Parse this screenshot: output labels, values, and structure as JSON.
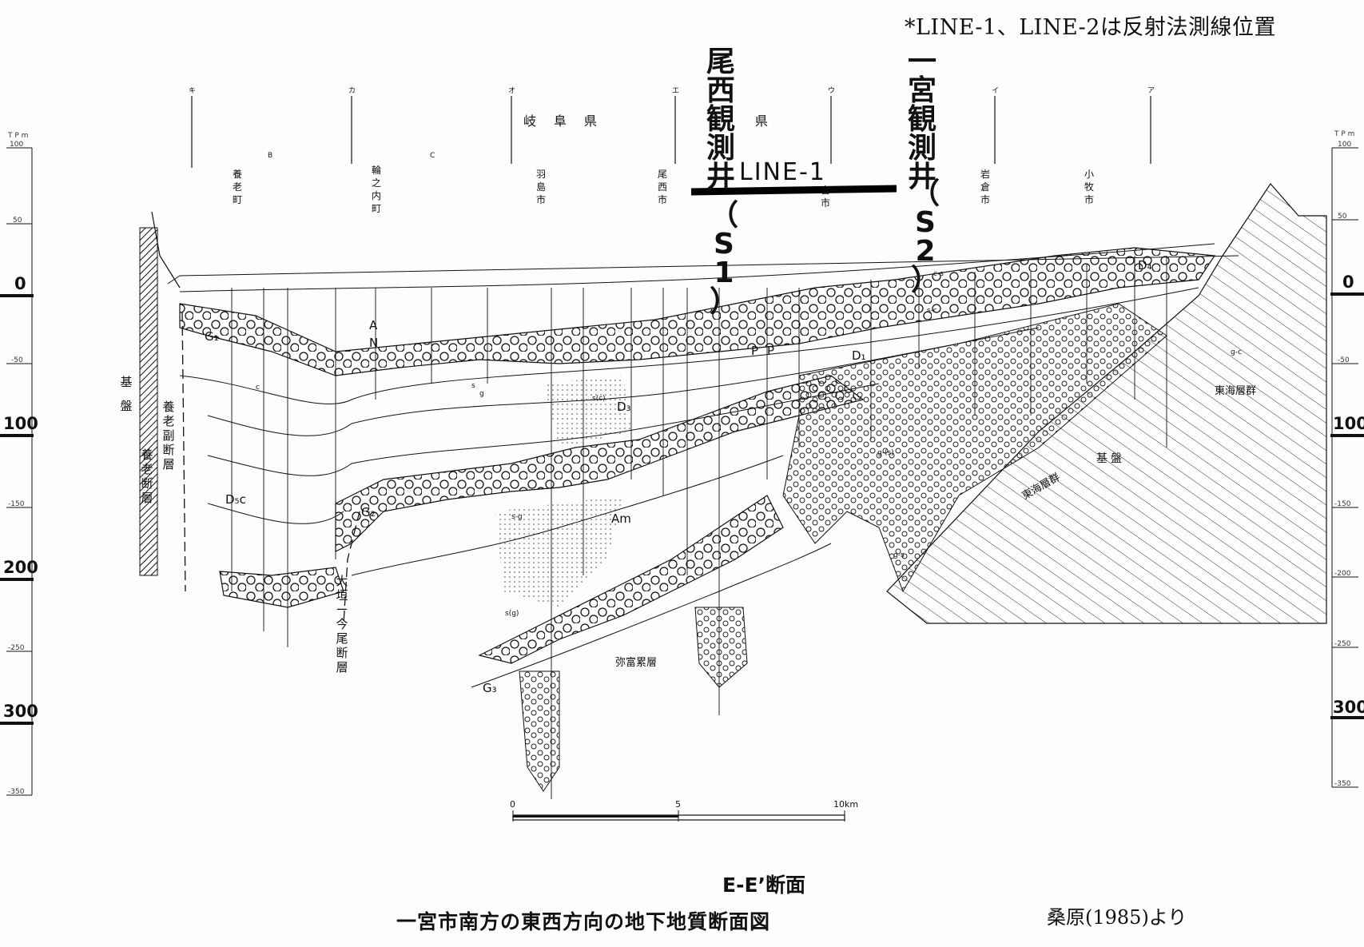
{
  "note": "*LINE-1、LINE-2は反射法測線位置",
  "wells": {
    "s1_name": [
      "尾",
      "西",
      "観",
      "測",
      "井"
    ],
    "s1_code": [
      "（",
      "S",
      "1",
      "）"
    ],
    "s2_name": [
      "一",
      "宮",
      "観",
      "測",
      "井"
    ],
    "s2_code": [
      "（",
      "S",
      "2",
      "）"
    ]
  },
  "line1_label": "LINE-1",
  "prefectures": {
    "gifu": "岐　阜　県",
    "aichi": "県"
  },
  "sections": [
    "キ",
    "カ",
    "オ",
    "エ",
    "ウ",
    "イ",
    "ア"
  ],
  "blocks": [
    "B",
    "C"
  ],
  "towns": {
    "yoro": [
      "養",
      "老",
      "町"
    ],
    "wanouchi": [
      "輪",
      "之",
      "内",
      "町"
    ],
    "hashima": [
      "羽",
      "島",
      "市"
    ],
    "bisai": [
      "尾",
      "西",
      "市"
    ],
    "ichinomiya": [
      "宮",
      "市"
    ],
    "iwakura": [
      "岩",
      "倉",
      "市"
    ],
    "komaki": [
      "小",
      "牧",
      "市"
    ]
  },
  "axis_left": {
    "unit": "T P m",
    "ticks_major": [
      "0",
      "100",
      "200",
      "300"
    ],
    "ticks_minor": [
      "100",
      "50",
      "-50",
      "-150",
      "-250",
      "-350"
    ]
  },
  "axis_right": {
    "unit": "T P m",
    "ticks_major": [
      "0",
      "100",
      "300"
    ],
    "ticks_minor": [
      "100",
      "50",
      "-50",
      "-150",
      "-200",
      "-250",
      "-350"
    ]
  },
  "geology": {
    "basement_left": [
      "基",
      "盤"
    ],
    "yoro_sub_fault": [
      "養",
      "老",
      "副",
      "断",
      "層"
    ],
    "yoro_fault": [
      "養",
      "老",
      "断",
      "層"
    ],
    "ogaki_fault": [
      "大",
      "垣",
      "ー",
      "今",
      "尾",
      "断",
      "層"
    ],
    "tokai_group": "東海層群",
    "tokai_group2": "東海層群",
    "basement_right": "基盤",
    "yatomi": "弥富累層",
    "units": [
      "A",
      "N",
      "G₁",
      "G₂",
      "G₃",
      "D₁",
      "D₃",
      "D₄",
      "D₅c",
      "P",
      "P",
      "Am"
    ],
    "lith": [
      "c",
      "s",
      "g",
      "s-c",
      "c-s",
      "s-g",
      "g-s",
      "g-c",
      "s(c)",
      "s(g)",
      "g-(s)"
    ]
  },
  "scale_bar": {
    "ticks": [
      "0",
      "5",
      "10km"
    ]
  },
  "caption": {
    "section": "E-E’断面",
    "title": "一宮市南方の東西方向の地下地質断面図",
    "credit": "桑原(1985)より"
  }
}
